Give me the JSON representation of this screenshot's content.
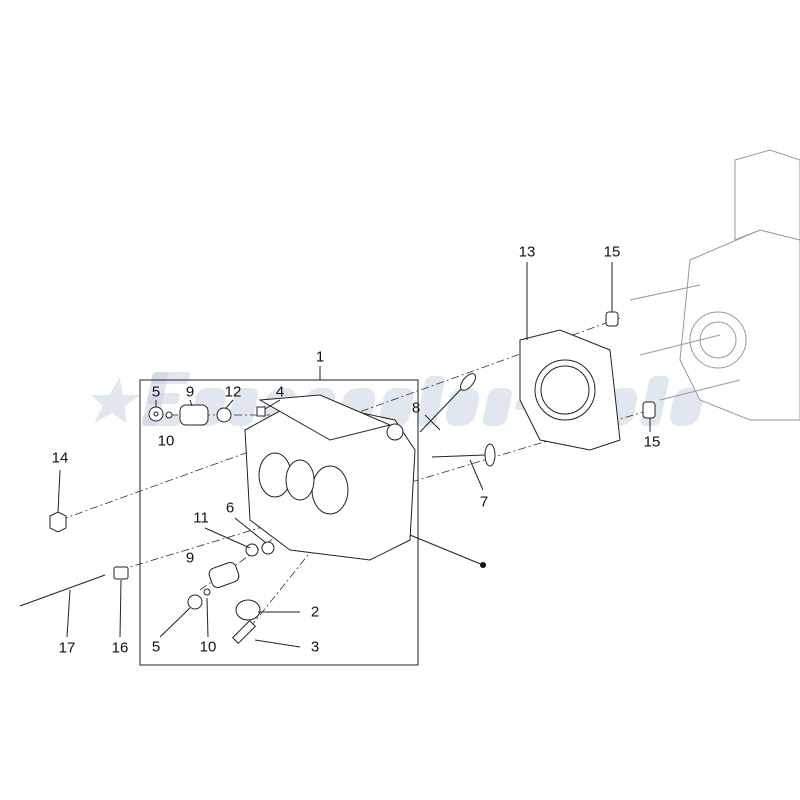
{
  "watermark": "Eurocenter-Moto",
  "callouts": [
    {
      "id": "1",
      "text": "1"
    },
    {
      "id": "5a",
      "text": "5"
    },
    {
      "id": "9a",
      "text": "9"
    },
    {
      "id": "12",
      "text": "12"
    },
    {
      "id": "4",
      "text": "4"
    },
    {
      "id": "10a",
      "text": "10"
    },
    {
      "id": "14",
      "text": "14"
    },
    {
      "id": "8",
      "text": "8"
    },
    {
      "id": "7",
      "text": "7"
    },
    {
      "id": "13",
      "text": "13"
    },
    {
      "id": "15a",
      "text": "15"
    },
    {
      "id": "15b",
      "text": "15"
    },
    {
      "id": "11",
      "text": "11"
    },
    {
      "id": "6",
      "text": "6"
    },
    {
      "id": "9b",
      "text": "9"
    },
    {
      "id": "2",
      "text": "2"
    },
    {
      "id": "5b",
      "text": "5"
    },
    {
      "id": "10b",
      "text": "10"
    },
    {
      "id": "3",
      "text": "3"
    },
    {
      "id": "17",
      "text": "17"
    },
    {
      "id": "16",
      "text": "16"
    }
  ]
}
